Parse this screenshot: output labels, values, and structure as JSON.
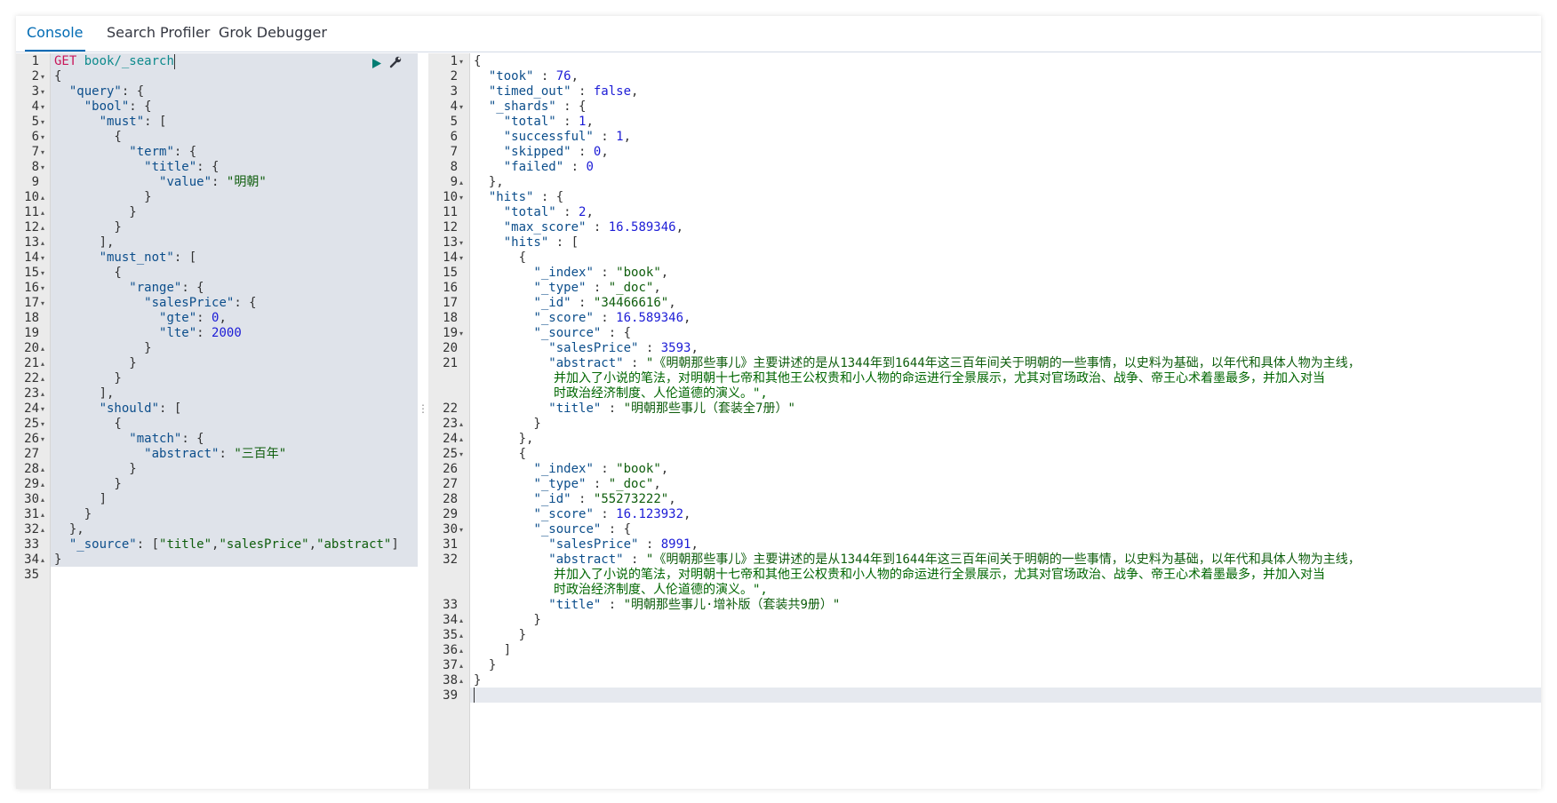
{
  "tabs": [
    {
      "label": "Console",
      "active": true
    },
    {
      "label": "Search Profiler",
      "active": false
    },
    {
      "label": "Grok Debugger",
      "active": false
    }
  ],
  "request_editor": {
    "line_count": 35,
    "lines": [
      [
        [
          "m",
          "GET"
        ],
        [
          "p",
          " "
        ],
        [
          "u",
          "book/_search"
        ]
      ],
      [
        [
          "p",
          "{"
        ]
      ],
      [
        [
          "p",
          "  "
        ],
        [
          "k",
          "\"query\""
        ],
        [
          "p",
          ": {"
        ]
      ],
      [
        [
          "p",
          "    "
        ],
        [
          "k",
          "\"bool\""
        ],
        [
          "p",
          ": {"
        ]
      ],
      [
        [
          "p",
          "      "
        ],
        [
          "k",
          "\"must\""
        ],
        [
          "p",
          ": ["
        ]
      ],
      [
        [
          "p",
          "        {"
        ]
      ],
      [
        [
          "p",
          "          "
        ],
        [
          "k",
          "\"term\""
        ],
        [
          "p",
          ": {"
        ]
      ],
      [
        [
          "p",
          "            "
        ],
        [
          "k",
          "\"title\""
        ],
        [
          "p",
          ": {"
        ]
      ],
      [
        [
          "p",
          "              "
        ],
        [
          "k",
          "\"value\""
        ],
        [
          "p",
          ": "
        ],
        [
          "s",
          "\"明朝\""
        ]
      ],
      [
        [
          "p",
          "            }"
        ]
      ],
      [
        [
          "p",
          "          }"
        ]
      ],
      [
        [
          "p",
          "        }"
        ]
      ],
      [
        [
          "p",
          "      ],"
        ]
      ],
      [
        [
          "p",
          "      "
        ],
        [
          "k",
          "\"must_not\""
        ],
        [
          "p",
          ": ["
        ]
      ],
      [
        [
          "p",
          "        {"
        ]
      ],
      [
        [
          "p",
          "          "
        ],
        [
          "k",
          "\"range\""
        ],
        [
          "p",
          ": {"
        ]
      ],
      [
        [
          "p",
          "            "
        ],
        [
          "k",
          "\"salesPrice\""
        ],
        [
          "p",
          ": {"
        ]
      ],
      [
        [
          "p",
          "              "
        ],
        [
          "k",
          "\"gte\""
        ],
        [
          "p",
          ": "
        ],
        [
          "n",
          "0"
        ],
        [
          "p",
          ","
        ]
      ],
      [
        [
          "p",
          "              "
        ],
        [
          "k",
          "\"lte\""
        ],
        [
          "p",
          ": "
        ],
        [
          "n",
          "2000"
        ]
      ],
      [
        [
          "p",
          "            }"
        ]
      ],
      [
        [
          "p",
          "          }"
        ]
      ],
      [
        [
          "p",
          "        }"
        ]
      ],
      [
        [
          "p",
          "      ],"
        ]
      ],
      [
        [
          "p",
          "      "
        ],
        [
          "k",
          "\"should\""
        ],
        [
          "p",
          ": ["
        ]
      ],
      [
        [
          "p",
          "        {"
        ]
      ],
      [
        [
          "p",
          "          "
        ],
        [
          "k",
          "\"match\""
        ],
        [
          "p",
          ": {"
        ]
      ],
      [
        [
          "p",
          "            "
        ],
        [
          "k",
          "\"abstract\""
        ],
        [
          "p",
          ": "
        ],
        [
          "s",
          "\"三百年\""
        ]
      ],
      [
        [
          "p",
          "          }"
        ]
      ],
      [
        [
          "p",
          "        }"
        ]
      ],
      [
        [
          "p",
          "      ]"
        ]
      ],
      [
        [
          "p",
          "    }"
        ]
      ],
      [
        [
          "p",
          "  },"
        ]
      ],
      [
        [
          "p",
          "  "
        ],
        [
          "k",
          "\"_source\""
        ],
        [
          "p",
          ": ["
        ],
        [
          "s",
          "\"title\""
        ],
        [
          "p",
          ","
        ],
        [
          "s",
          "\"salesPrice\""
        ],
        [
          "p",
          ","
        ],
        [
          "s",
          "\"abstract\""
        ],
        [
          "p",
          "]"
        ]
      ],
      [
        [
          "p",
          "}"
        ]
      ],
      []
    ]
  },
  "response_viewer": {
    "line_count": 39,
    "lines": [
      [
        [
          "p",
          "{"
        ]
      ],
      [
        [
          "p",
          "  "
        ],
        [
          "k",
          "\"took\""
        ],
        [
          "p",
          " : "
        ],
        [
          "n",
          "76"
        ],
        [
          "p",
          ","
        ]
      ],
      [
        [
          "p",
          "  "
        ],
        [
          "k",
          "\"timed_out\""
        ],
        [
          "p",
          " : "
        ],
        [
          "b",
          "false"
        ],
        [
          "p",
          ","
        ]
      ],
      [
        [
          "p",
          "  "
        ],
        [
          "k",
          "\"_shards\""
        ],
        [
          "p",
          " : {"
        ]
      ],
      [
        [
          "p",
          "    "
        ],
        [
          "k",
          "\"total\""
        ],
        [
          "p",
          " : "
        ],
        [
          "n",
          "1"
        ],
        [
          "p",
          ","
        ]
      ],
      [
        [
          "p",
          "    "
        ],
        [
          "k",
          "\"successful\""
        ],
        [
          "p",
          " : "
        ],
        [
          "n",
          "1"
        ],
        [
          "p",
          ","
        ]
      ],
      [
        [
          "p",
          "    "
        ],
        [
          "k",
          "\"skipped\""
        ],
        [
          "p",
          " : "
        ],
        [
          "n",
          "0"
        ],
        [
          "p",
          ","
        ]
      ],
      [
        [
          "p",
          "    "
        ],
        [
          "k",
          "\"failed\""
        ],
        [
          "p",
          " : "
        ],
        [
          "n",
          "0"
        ]
      ],
      [
        [
          "p",
          "  },"
        ]
      ],
      [
        [
          "p",
          "  "
        ],
        [
          "k",
          "\"hits\""
        ],
        [
          "p",
          " : {"
        ]
      ],
      [
        [
          "p",
          "    "
        ],
        [
          "k",
          "\"total\""
        ],
        [
          "p",
          " : "
        ],
        [
          "n",
          "2"
        ],
        [
          "p",
          ","
        ]
      ],
      [
        [
          "p",
          "    "
        ],
        [
          "k",
          "\"max_score\""
        ],
        [
          "p",
          " : "
        ],
        [
          "n",
          "16.589346"
        ],
        [
          "p",
          ","
        ]
      ],
      [
        [
          "p",
          "    "
        ],
        [
          "k",
          "\"hits\""
        ],
        [
          "p",
          " : ["
        ]
      ],
      [
        [
          "p",
          "      {"
        ]
      ],
      [
        [
          "p",
          "        "
        ],
        [
          "k",
          "\"_index\""
        ],
        [
          "p",
          " : "
        ],
        [
          "s",
          "\"book\""
        ],
        [
          "p",
          ","
        ]
      ],
      [
        [
          "p",
          "        "
        ],
        [
          "k",
          "\"_type\""
        ],
        [
          "p",
          " : "
        ],
        [
          "s",
          "\"_doc\""
        ],
        [
          "p",
          ","
        ]
      ],
      [
        [
          "p",
          "        "
        ],
        [
          "k",
          "\"_id\""
        ],
        [
          "p",
          " : "
        ],
        [
          "s",
          "\"34466616\""
        ],
        [
          "p",
          ","
        ]
      ],
      [
        [
          "p",
          "        "
        ],
        [
          "k",
          "\"_score\""
        ],
        [
          "p",
          " : "
        ],
        [
          "n",
          "16.589346"
        ],
        [
          "p",
          ","
        ]
      ],
      [
        [
          "p",
          "        "
        ],
        [
          "k",
          "\"_source\""
        ],
        [
          "p",
          " : {"
        ]
      ],
      [
        [
          "p",
          "          "
        ],
        [
          "k",
          "\"salesPrice\""
        ],
        [
          "p",
          " : "
        ],
        [
          "n",
          "3593"
        ],
        [
          "p",
          ","
        ]
      ],
      [
        [
          "p",
          "          "
        ],
        [
          "k",
          "\"abstract\""
        ],
        [
          "p",
          " : "
        ],
        [
          "s",
          "\"《明朝那些事儿》主要讲述的是从1344年到1644年这三百年间关于明朝的一些事情，以史料为基础，以年代和具体人物为主线，"
        ]
      ],
      [
        [
          "p",
          "          "
        ],
        [
          "k",
          "\"title\""
        ],
        [
          "p",
          " : "
        ],
        [
          "s",
          "\"明朝那些事儿（套装全7册）\""
        ]
      ],
      [
        [
          "p",
          "        }"
        ]
      ],
      [
        [
          "p",
          "      },"
        ]
      ],
      [
        [
          "p",
          "      {"
        ]
      ],
      [
        [
          "p",
          "        "
        ],
        [
          "k",
          "\"_index\""
        ],
        [
          "p",
          " : "
        ],
        [
          "s",
          "\"book\""
        ],
        [
          "p",
          ","
        ]
      ],
      [
        [
          "p",
          "        "
        ],
        [
          "k",
          "\"_type\""
        ],
        [
          "p",
          " : "
        ],
        [
          "s",
          "\"_doc\""
        ],
        [
          "p",
          ","
        ]
      ],
      [
        [
          "p",
          "        "
        ],
        [
          "k",
          "\"_id\""
        ],
        [
          "p",
          " : "
        ],
        [
          "s",
          "\"55273222\""
        ],
        [
          "p",
          ","
        ]
      ],
      [
        [
          "p",
          "        "
        ],
        [
          "k",
          "\"_score\""
        ],
        [
          "p",
          " : "
        ],
        [
          "n",
          "16.123932"
        ],
        [
          "p",
          ","
        ]
      ],
      [
        [
          "p",
          "        "
        ],
        [
          "k",
          "\"_source\""
        ],
        [
          "p",
          " : {"
        ]
      ],
      [
        [
          "p",
          "          "
        ],
        [
          "k",
          "\"salesPrice\""
        ],
        [
          "p",
          " : "
        ],
        [
          "n",
          "8991"
        ],
        [
          "p",
          ","
        ]
      ],
      [
        [
          "p",
          "          "
        ],
        [
          "k",
          "\"abstract\""
        ],
        [
          "p",
          " : "
        ],
        [
          "s",
          "\"《明朝那些事儿》主要讲述的是从1344年到1644年这三百年间关于明朝的一些事情，以史料为基础，以年代和具体人物为主线，"
        ]
      ],
      [
        [
          "p",
          "          "
        ],
        [
          "k",
          "\"title\""
        ],
        [
          "p",
          " : "
        ],
        [
          "s",
          "\"明朝那些事儿·增补版（套装共9册）\""
        ]
      ],
      [
        [
          "p",
          "        }"
        ]
      ],
      [
        [
          "p",
          "      }"
        ]
      ],
      [
        [
          "p",
          "    ]"
        ]
      ],
      [
        [
          "p",
          "  }"
        ]
      ],
      [
        [
          "p",
          "}"
        ]
      ],
      []
    ],
    "wrap_lines": [
      "并加入了小说的笔法，对明朝十七帝和其他王公权贵和小人物的命运进行全景展示，尤其对官场政治、战争、帝王心术着墨最多，并加入对当",
      "时政治经济制度、人伦道德的演义。\","
    ]
  },
  "icons": {
    "run": "play-icon",
    "settings": "wrench-icon",
    "resize": "drag-handle-icon"
  },
  "colors": {
    "accent": "#006bb4",
    "key": "#0c4e8b",
    "string": "#0e5d0c",
    "number": "#1c1cd6",
    "method": "#c8175a",
    "url": "#0d8a8c"
  }
}
